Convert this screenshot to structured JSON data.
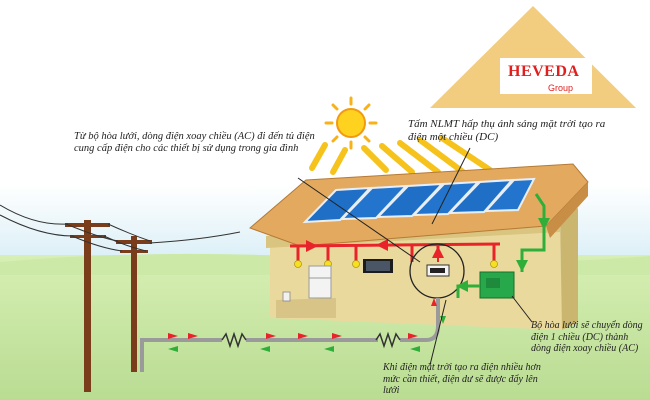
{
  "brand": {
    "name": "HEVEDA",
    "sub": "Group",
    "triangle_color": "#f2cd80",
    "text_color": "#e0201e"
  },
  "labels": {
    "grid_to_home": "Từ bộ hòa lưới, dòng điện xoay chiều (AC) đi đến tủ điện cung cấp điện cho các thiết bị sử dụng trong gia đình",
    "panel_absorb": "Tấm NLMT hấp thụ ánh sáng mặt trời tạo ra điện một chiều (DC)",
    "inverter_convert": "Bộ hòa lưới sẽ chuyển dòng điện 1 chiều (DC) thành dòng điện xoay chiều (AC)",
    "surplus_to_grid": "Khi điện mặt trời tạo ra điện nhiều hơn mức cần thiết, điện dư sẽ được đẩy lên lưới"
  },
  "colors": {
    "sky": "#e6f3f8",
    "grass": "#c9e6a4",
    "roof": "#e0a85c",
    "wall": "#e6d79c",
    "panel": "#1f6fc7",
    "ac_line": "#e8232a",
    "dc_line": "#2fae3a"
  }
}
